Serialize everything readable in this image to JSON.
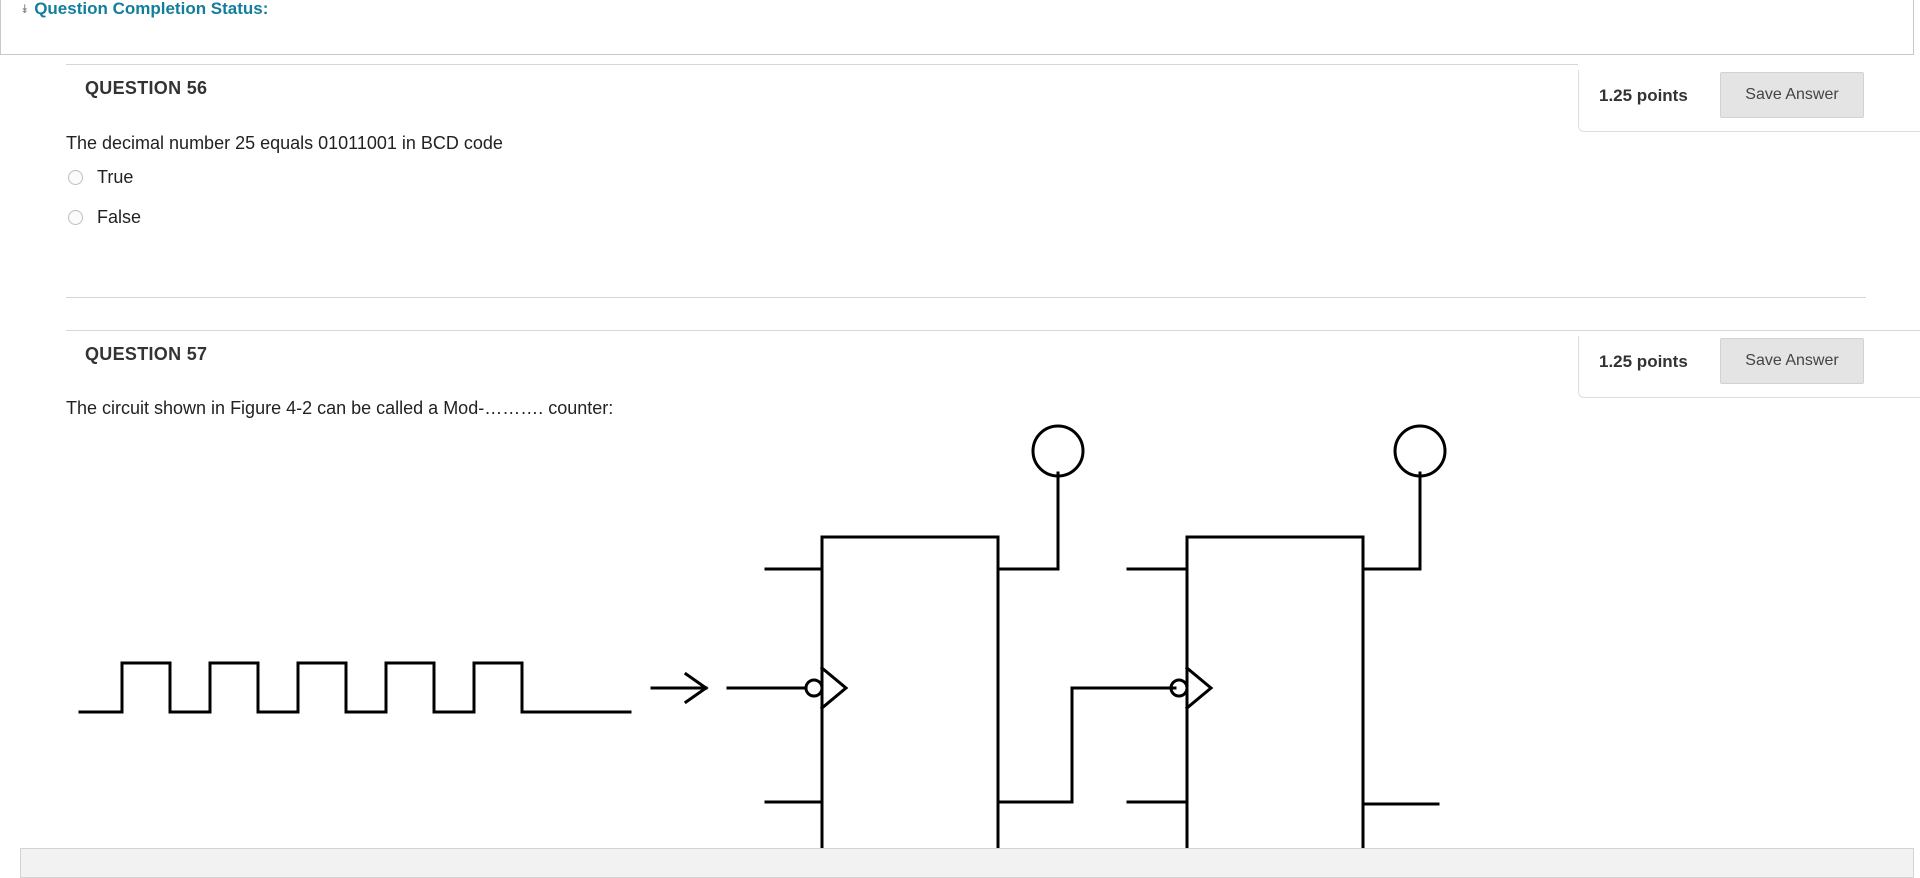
{
  "status": {
    "label": "Question Completion Status:",
    "toggle_icon": "chevron-double-down-icon"
  },
  "questions": [
    {
      "title": "QUESTION 56",
      "points": "1.25 points",
      "save_label": "Save Answer",
      "text": "The decimal number 25 equals 01011001 in BCD code",
      "options": [
        "True",
        "False"
      ]
    },
    {
      "title": "QUESTION 57",
      "points": "1.25 points",
      "save_label": "Save Answer",
      "text": "The circuit shown in Figure 4-2 can be called a Mod-………. counter:"
    }
  ],
  "colors": {
    "accent": "#127e9c",
    "button_bg": "#e4e4e4"
  }
}
